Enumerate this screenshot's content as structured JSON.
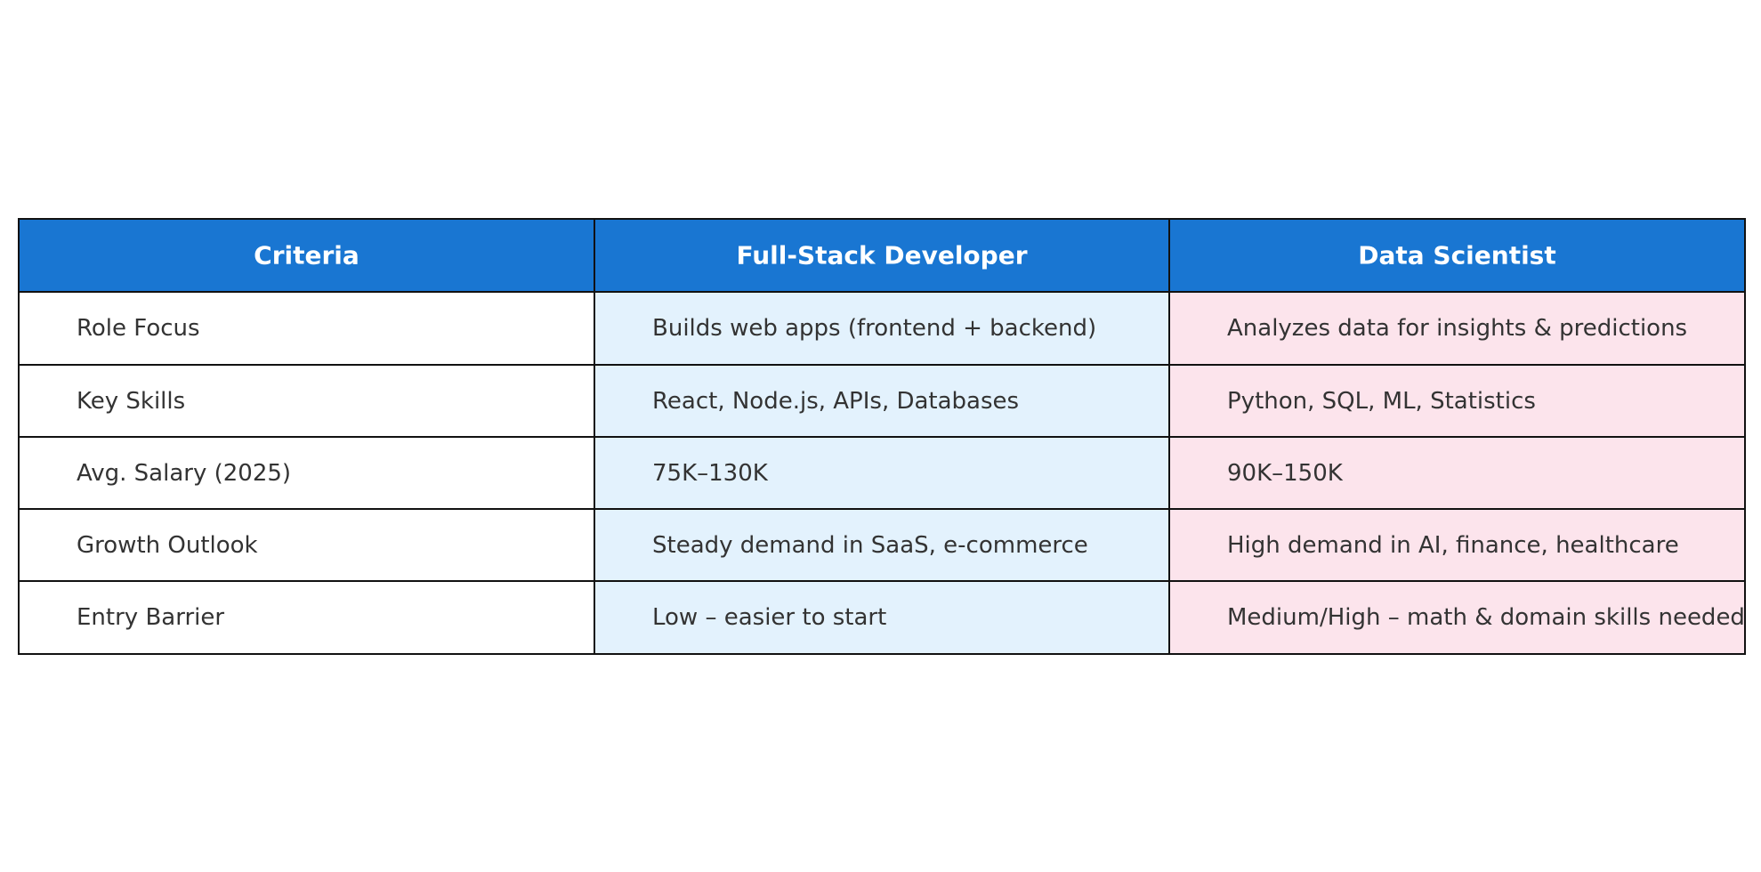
{
  "chart_data": {
    "type": "table",
    "columns": [
      "Criteria",
      "Full-Stack Developer",
      "Data Scientist"
    ],
    "rows": [
      [
        "Role Focus",
        "Builds web apps (frontend + backend)",
        "Analyzes data for insights & predictions"
      ],
      [
        "Key Skills",
        "React, Node.js, APIs, Databases",
        "Python, SQL, ML, Statistics"
      ],
      [
        "Avg. Salary (2025)",
        "75K–130K",
        "90K–150K"
      ],
      [
        "Growth Outlook",
        "Steady demand in SaaS, e-commerce",
        "High demand in AI, finance, healthcare"
      ],
      [
        "Entry Barrier",
        "Low – easier to start",
        "Medium/High – math & domain skills needed"
      ]
    ],
    "colors": {
      "header_bg": "#1976D2",
      "header_text": "#FFFFFF",
      "column_backgrounds": [
        "#FFFFFF",
        "#E3F2FD",
        "#FCE4EC"
      ],
      "border": "#111111",
      "body_text": "#333333"
    }
  }
}
